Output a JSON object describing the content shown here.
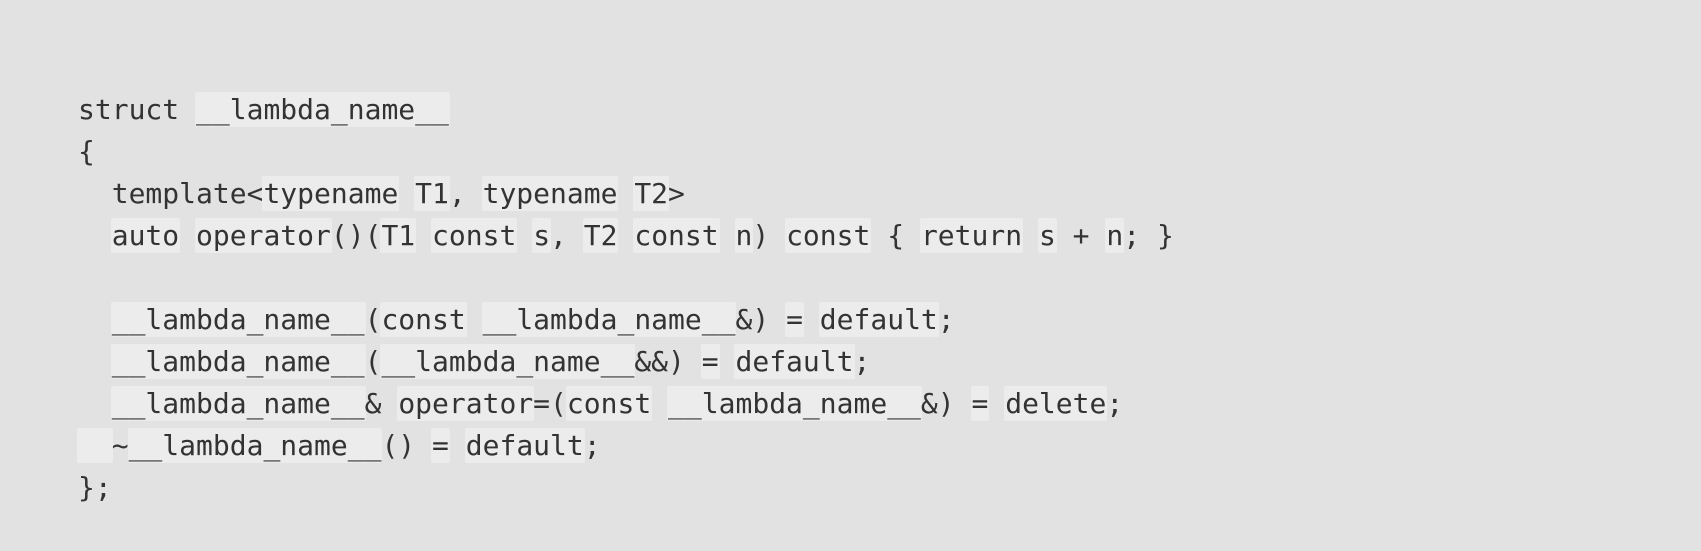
{
  "page": {
    "background_color": "#e2e2e2",
    "text_color": "#333333",
    "token_highlight_color": "#ececec"
  },
  "code_block": {
    "lines": [
      [
        {
          "t": "struct ",
          "h": false
        },
        {
          "t": "__lambda_name__",
          "h": true
        }
      ],
      [
        {
          "t": "{",
          "h": false
        }
      ],
      [
        {
          "t": "  template<",
          "h": false
        },
        {
          "t": "typename",
          "h": true
        },
        {
          "t": " ",
          "h": false
        },
        {
          "t": "T1",
          "h": true
        },
        {
          "t": ", ",
          "h": false
        },
        {
          "t": "typename",
          "h": true
        },
        {
          "t": " ",
          "h": false
        },
        {
          "t": "T2",
          "h": true
        },
        {
          "t": ">",
          "h": false
        }
      ],
      [
        {
          "t": "  ",
          "h": false
        },
        {
          "t": "auto",
          "h": true
        },
        {
          "t": " ",
          "h": false
        },
        {
          "t": "operator",
          "h": true
        },
        {
          "t": "()(",
          "h": false
        },
        {
          "t": "T1",
          "h": true
        },
        {
          "t": " ",
          "h": false
        },
        {
          "t": "const",
          "h": true
        },
        {
          "t": " ",
          "h": false
        },
        {
          "t": "s",
          "h": true
        },
        {
          "t": ", ",
          "h": false
        },
        {
          "t": "T2",
          "h": true
        },
        {
          "t": " ",
          "h": false
        },
        {
          "t": "const",
          "h": true
        },
        {
          "t": " ",
          "h": false
        },
        {
          "t": "n",
          "h": true
        },
        {
          "t": ") ",
          "h": false
        },
        {
          "t": "const",
          "h": true
        },
        {
          "t": " { ",
          "h": false
        },
        {
          "t": "return",
          "h": true
        },
        {
          "t": " ",
          "h": false
        },
        {
          "t": "s",
          "h": true
        },
        {
          "t": " + ",
          "h": false
        },
        {
          "t": "n",
          "h": true
        },
        {
          "t": "; }",
          "h": false
        }
      ],
      [],
      [
        {
          "t": "  ",
          "h": false
        },
        {
          "t": "__lambda_name__",
          "h": true
        },
        {
          "t": "(",
          "h": false
        },
        {
          "t": "const",
          "h": true
        },
        {
          "t": " ",
          "h": false
        },
        {
          "t": "__lambda_name__",
          "h": true
        },
        {
          "t": "&) ",
          "h": false
        },
        {
          "t": "=",
          "h": true
        },
        {
          "t": " ",
          "h": false
        },
        {
          "t": "default",
          "h": true
        },
        {
          "t": ";",
          "h": false
        }
      ],
      [
        {
          "t": "  ",
          "h": false
        },
        {
          "t": "__lambda_name__",
          "h": true
        },
        {
          "t": "(",
          "h": false
        },
        {
          "t": "__lambda_name__",
          "h": true
        },
        {
          "t": "&&) ",
          "h": false
        },
        {
          "t": "=",
          "h": true
        },
        {
          "t": " ",
          "h": false
        },
        {
          "t": "default",
          "h": true
        },
        {
          "t": ";",
          "h": false
        }
      ],
      [
        {
          "t": "  ",
          "h": false
        },
        {
          "t": "__lambda_name__",
          "h": true
        },
        {
          "t": "& ",
          "h": false
        },
        {
          "t": "operator",
          "h": true
        },
        {
          "t": "=(",
          "h": false
        },
        {
          "t": "const",
          "h": true
        },
        {
          "t": " ",
          "h": false
        },
        {
          "t": "__lambda_name__",
          "h": true
        },
        {
          "t": "&) ",
          "h": false
        },
        {
          "t": "=",
          "h": true
        },
        {
          "t": " ",
          "h": false
        },
        {
          "t": "delete",
          "h": true
        },
        {
          "t": ";",
          "h": false
        }
      ],
      [
        {
          "t": "  ",
          "h": true
        },
        {
          "t": "~",
          "h": false
        },
        {
          "t": "__lambda_name__",
          "h": true
        },
        {
          "t": "() ",
          "h": false
        },
        {
          "t": "=",
          "h": true
        },
        {
          "t": " ",
          "h": false
        },
        {
          "t": "default",
          "h": true
        },
        {
          "t": ";",
          "h": false
        }
      ],
      [
        {
          "t": "};",
          "h": false
        }
      ]
    ]
  }
}
